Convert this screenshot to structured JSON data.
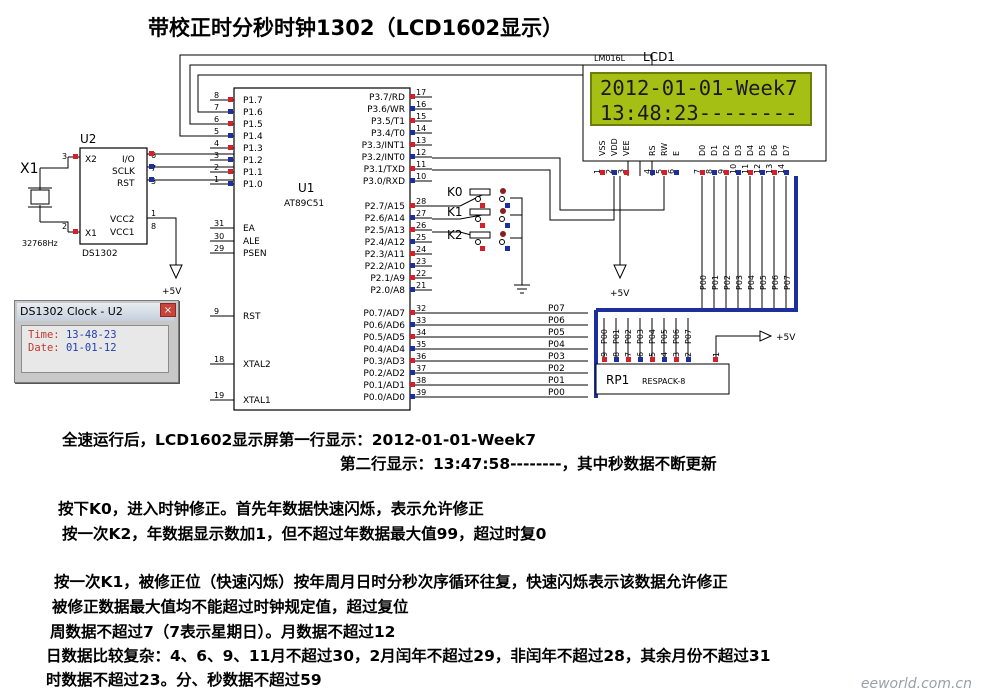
{
  "title": "带校正时分秒时钟1302（LCD1602显示）",
  "lcd": {
    "model": "LM016L",
    "name": "LCD1",
    "line1": "2012-01-01-Week7",
    "line2": "13:48:23--------",
    "pins": [
      "VSS",
      "VDD",
      "VEE",
      "RS",
      "RW",
      "E",
      "D0",
      "D1",
      "D2",
      "D3",
      "D4",
      "D5",
      "D6",
      "D7"
    ],
    "pin_numbers": [
      "1",
      "2",
      "3",
      "4",
      "5",
      "6",
      "7",
      "8",
      "9",
      "10",
      "11",
      "12",
      "13",
      "14"
    ]
  },
  "u2": {
    "name": "U2",
    "part": "DS1302",
    "crystal": "X1",
    "crystal_freq": "32768Hz",
    "pins": {
      "x2": "X2",
      "x1": "X1",
      "io": "I/O",
      "sclk": "SCLK",
      "rst": "RST",
      "vcc2": "VCC2",
      "vcc1": "VCC1"
    },
    "pin_numbers": {
      "x2": "3",
      "x1": "2",
      "io": "6",
      "sclk": "7",
      "rst": "5",
      "vcc2": "1",
      "vcc1": "8"
    }
  },
  "u1": {
    "name": "U1",
    "part": "AT89C51",
    "left_pins": [
      {
        "num": "8",
        "label": "P1.7"
      },
      {
        "num": "7",
        "label": "P1.6"
      },
      {
        "num": "6",
        "label": "P1.5"
      },
      {
        "num": "5",
        "label": "P1.4"
      },
      {
        "num": "4",
        "label": "P1.3"
      },
      {
        "num": "3",
        "label": "P1.2"
      },
      {
        "num": "2",
        "label": "P1.1"
      },
      {
        "num": "1",
        "label": "P1.0"
      },
      {
        "num": "31",
        "label": "EA"
      },
      {
        "num": "30",
        "label": "ALE"
      },
      {
        "num": "29",
        "label": "PSEN"
      },
      {
        "num": "9",
        "label": "RST"
      },
      {
        "num": "18",
        "label": "XTAL2"
      },
      {
        "num": "19",
        "label": "XTAL1"
      }
    ],
    "right_pins": [
      {
        "num": "17",
        "label": "P3.7/RD"
      },
      {
        "num": "16",
        "label": "P3.6/WR"
      },
      {
        "num": "15",
        "label": "P3.5/T1"
      },
      {
        "num": "14",
        "label": "P3.4/T0"
      },
      {
        "num": "13",
        "label": "P3.3/INT1"
      },
      {
        "num": "12",
        "label": "P3.2/INT0"
      },
      {
        "num": "11",
        "label": "P3.1/TXD"
      },
      {
        "num": "10",
        "label": "P3.0/RXD"
      },
      {
        "num": "28",
        "label": "P2.7/A15"
      },
      {
        "num": "27",
        "label": "P2.6/A14"
      },
      {
        "num": "26",
        "label": "P2.5/A13"
      },
      {
        "num": "25",
        "label": "P2.4/A12"
      },
      {
        "num": "24",
        "label": "P2.3/A11"
      },
      {
        "num": "23",
        "label": "P2.2/A10"
      },
      {
        "num": "22",
        "label": "P2.1/A9"
      },
      {
        "num": "21",
        "label": "P2.0/A8"
      },
      {
        "num": "32",
        "label": "P0.7/AD7"
      },
      {
        "num": "33",
        "label": "P0.6/AD6"
      },
      {
        "num": "34",
        "label": "P0.5/AD5"
      },
      {
        "num": "35",
        "label": "P0.4/AD4"
      },
      {
        "num": "36",
        "label": "P0.3/AD3"
      },
      {
        "num": "37",
        "label": "P0.2/AD2"
      },
      {
        "num": "38",
        "label": "P0.1/AD1"
      },
      {
        "num": "39",
        "label": "P0.0/AD0"
      }
    ]
  },
  "keys": [
    "K0",
    "K1",
    "K2"
  ],
  "p0_nets": [
    "P07",
    "P06",
    "P05",
    "P04",
    "P03",
    "P02",
    "P01",
    "P00"
  ],
  "lcd_bus_nets": [
    "P00",
    "P01",
    "P02",
    "P03",
    "P04",
    "P05",
    "P06",
    "P07"
  ],
  "rp1": {
    "name": "RP1",
    "part": "RESPACK-8",
    "nets": [
      "P00",
      "P01",
      "P02",
      "P03",
      "P04",
      "P05",
      "P06",
      "P07"
    ],
    "pin_numbers": [
      "9",
      "8",
      "7",
      "6",
      "5",
      "4",
      "3",
      "2"
    ],
    "common_pin": "1"
  },
  "power_label": "+5V",
  "clock_window": {
    "title": "DS1302 Clock - U2",
    "close": "×",
    "time_label": "Time:",
    "time_value": "13-48-23",
    "date_label": "Date:",
    "date_value": "01-01-12"
  },
  "description": [
    "全速运行后，LCD1602显示屏第一行显示：2012-01-01-Week7",
    "第二行显示：13:47:58--------，其中秒数据不断更新",
    "按下K0，进入时钟修正。首先年数据快速闪烁，表示允许修正",
    "按一次K2，年数据显示数加1，但不超过年数据最大值99，超过时复0",
    "按一次K1，被修正位（快速闪烁）按年周月日时分秒次序循环往复，快速闪烁表示该数据允许修正",
    "被修正数据最大值均不能超过时钟规定值，超过复位",
    "周数据不超过7（7表示星期日）。月数据不超过12",
    "日数据比较复杂：4、6、9、11月不超过30，2月闰年不超过29，非闰年不超过28，其余月份不超过31",
    "时数据不超过23。分、秒数据不超过59"
  ],
  "watermark": "eeworld.com.cn"
}
